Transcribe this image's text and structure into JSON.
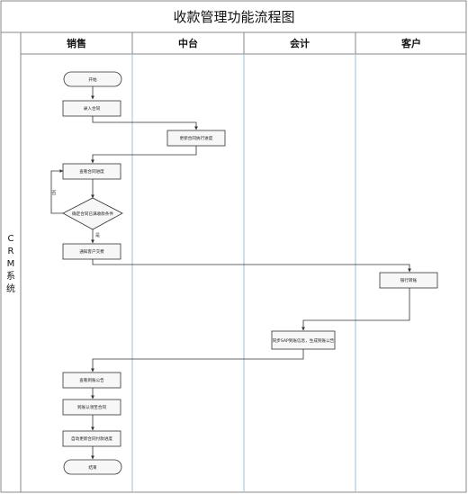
{
  "title": "收款管理功能流程图",
  "system_label": "CRM系统",
  "lanes": [
    "销售",
    "中台",
    "会计",
    "客户"
  ],
  "nodes": {
    "start": "开始",
    "enter_contract": "录入合同",
    "update_progress": "更新合同执行进度",
    "view_progress": "查看合同进度",
    "confirm_payment": "确定合同已满收款条件",
    "notify_customer": "通知客户交费",
    "bank_transfer": "银行转账",
    "sap_receipt": "同步SAP到账信息，生成到账公告",
    "view_notice": "查看到账公告",
    "claim_contract": "到账认领至合同",
    "auto_update": "自动更新合同付款进度",
    "end": "结束"
  },
  "edge_labels": {
    "no": "否",
    "yes": "是"
  },
  "colors": {
    "lane_divider": "#9bc2d8",
    "line": "#333333",
    "node_fill": "#f7f7f7"
  }
}
